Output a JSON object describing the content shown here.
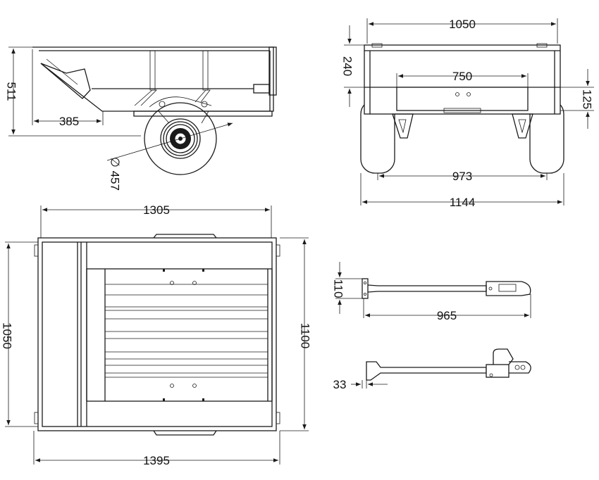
{
  "dimensions": {
    "side_depth": "511",
    "side_hitch_length": "385",
    "wheel_diameter": "∅ 457",
    "rear_box_width": "1050",
    "rear_side_height": "240",
    "rear_frame_width": "750",
    "rear_ground_clearance": "125",
    "rear_track": "973",
    "rear_overall_width": "1144",
    "top_length": "1305",
    "top_width": "1050",
    "top_overall_width": "1100",
    "top_overall_length": "1395",
    "drawbar_height": "110",
    "drawbar_length": "965",
    "drawbar_offset": "33"
  }
}
